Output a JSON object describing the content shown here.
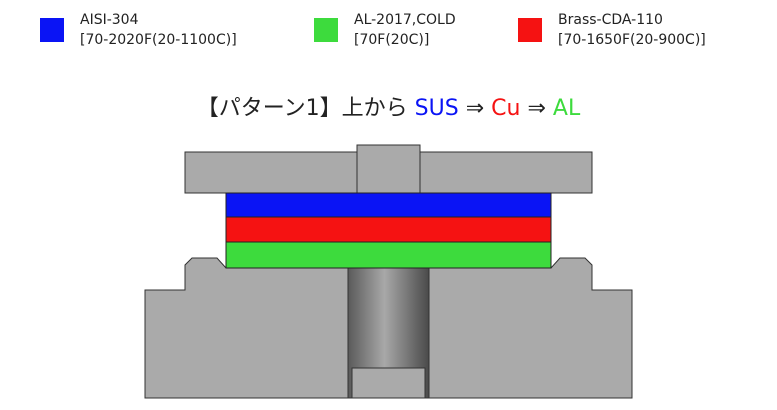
{
  "legend": [
    {
      "name": "AISI-304",
      "range": "[70-2020F(20-1100C)]",
      "color": "#0a14f5"
    },
    {
      "name": "AL-2017,COLD",
      "range": "[70F(20C)]",
      "color": "#3ddb3d"
    },
    {
      "name": "Brass-CDA-110",
      "range": "[70-1650F(20-900C)]",
      "color": "#f51212"
    }
  ],
  "title": {
    "prefix": "【パターン1】上から",
    "m1": "SUS",
    "arrow1": "⇒",
    "m2": "Cu",
    "arrow2": "⇒",
    "m3": "AL"
  },
  "colors": {
    "part_fill": "#aaaaaa",
    "part_stroke": "#333333",
    "sus": "#0a14f5",
    "cu": "#f51212",
    "al": "#3ddb3d"
  }
}
